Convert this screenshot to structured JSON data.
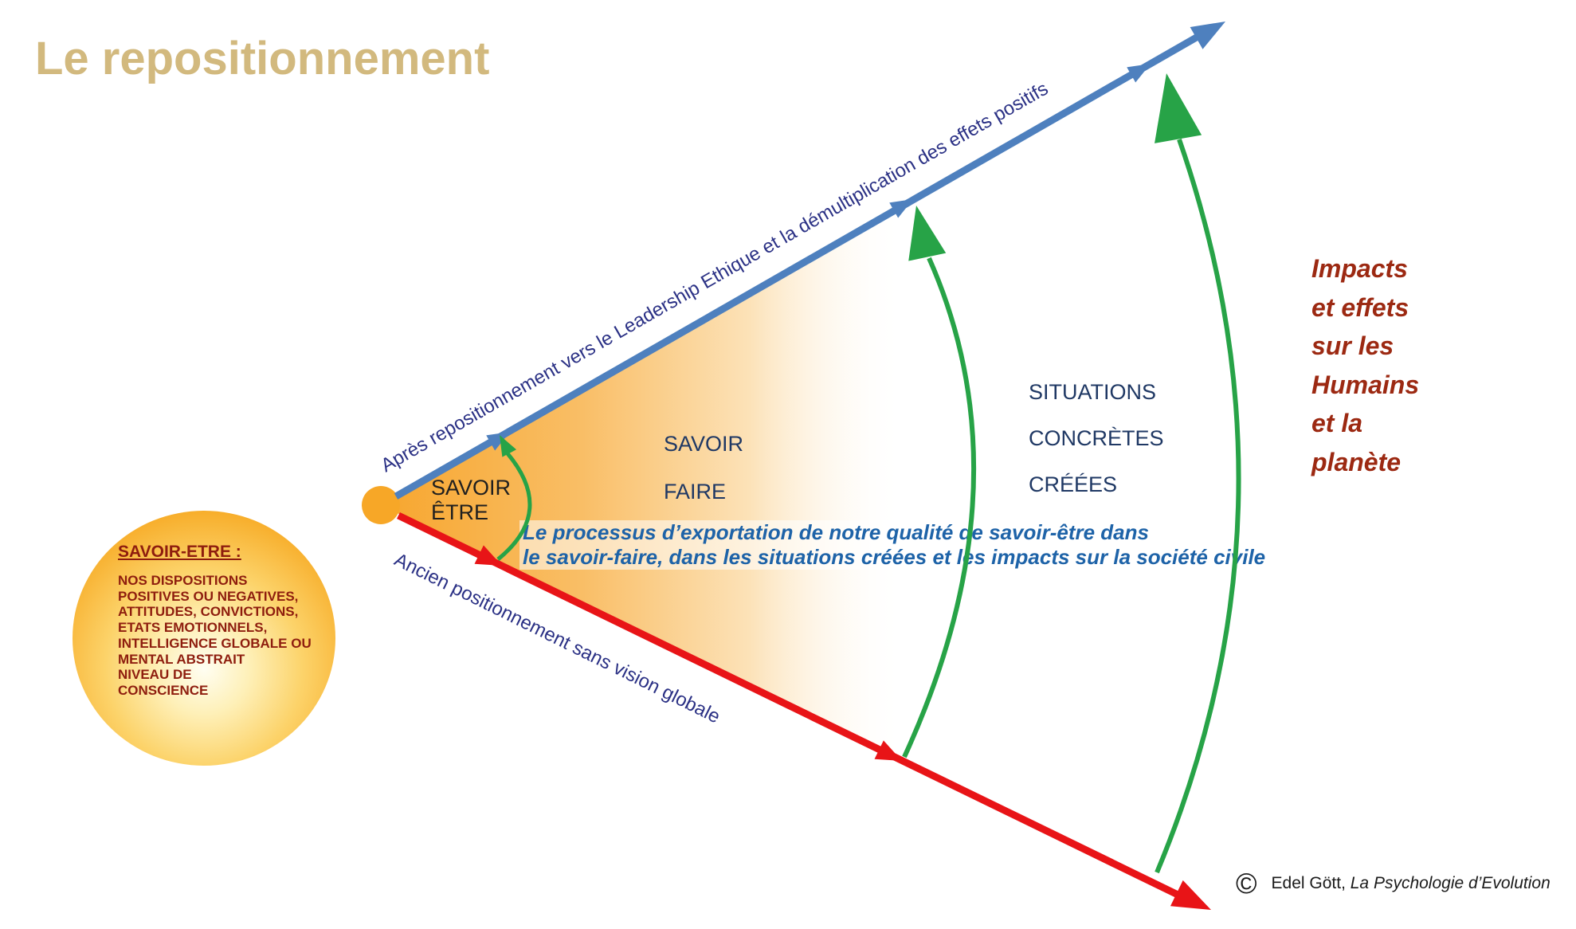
{
  "title": "Le repositionnement",
  "axes": {
    "top_arrow_label": "Après repositionnement vers le Leadership Ethique et la démultiplication des effets positifs",
    "bottom_arrow_label": "Ancien positionnement sans vision globale"
  },
  "cone_stages": {
    "stage1_line1": "SAVOIR",
    "stage1_line2": "ÊTRE",
    "stage2_line1": "SAVOIR",
    "stage2_line2": "FAIRE",
    "stage3_line1": "SITUATIONS",
    "stage3_line2": "CONCRÈTES",
    "stage3_line3": "CRÉÉES"
  },
  "impacts_note": {
    "lines": [
      "Impacts",
      "et effets",
      "sur les",
      "Humains",
      "et la",
      "planète"
    ]
  },
  "process_note": {
    "line1": "Le processus d’exportation de notre qualité de savoir-être dans",
    "line2": "le savoir-faire, dans les situations créées et les impacts sur la société civile"
  },
  "savoir_etre_circle": {
    "heading": "SAVOIR-ETRE :",
    "lines": [
      "NOS DISPOSITIONS",
      "POSITIVES OU NEGATIVES,",
      "ATTITUDES, CONVICTIONS,",
      "ETATS EMOTIONNELS,",
      "INTELLIGENCE GLOBALE OU",
      "MENTAL ABSTRAIT",
      "NIVEAU DE",
      "CONSCIENCE"
    ]
  },
  "footer": {
    "copyright_symbol": "©",
    "author": "Edel Gött, ",
    "work": "La Psychologie d’Evolution"
  },
  "colors": {
    "title": "#D2B97E",
    "top_axis": "#4E80BE",
    "bottom_axis": "#E81417",
    "growth_arrows": "#27A347",
    "cone_orange": "#F7A62E",
    "axis_label_text": "#2B3185",
    "stage_label_text": "#1F3864",
    "process_text": "#1E63A8",
    "impacts_text": "#9C2912",
    "circle_text": "#8E1D0E"
  }
}
